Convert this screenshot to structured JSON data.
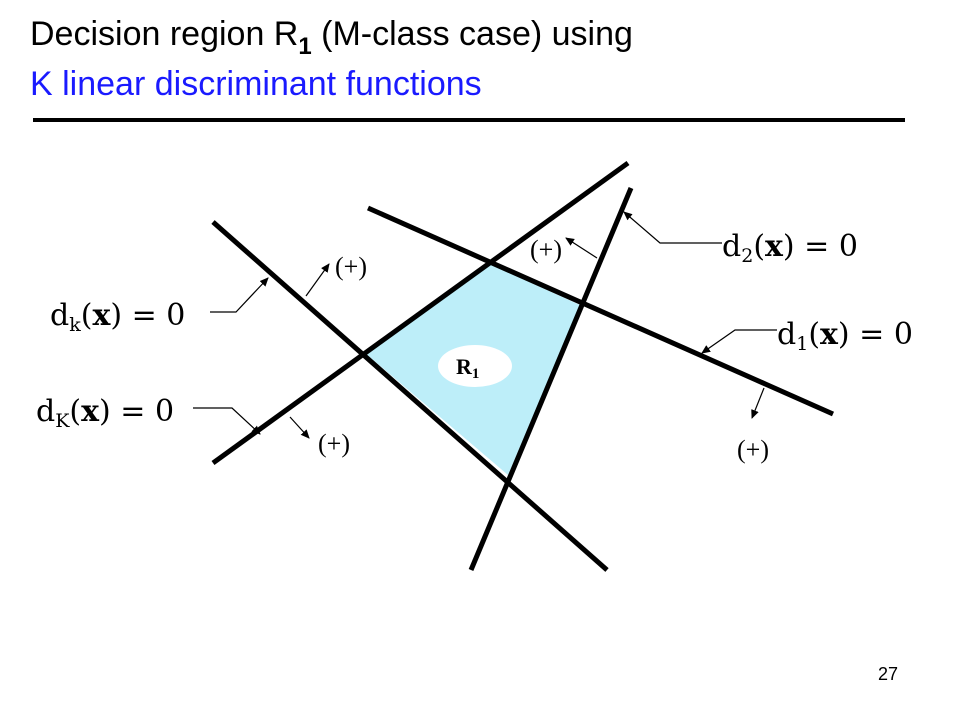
{
  "slide": {
    "title_line1_main": "Decision region R",
    "title_line1_sub": "1",
    "title_line1_rest": " (M-class case) using",
    "title_line2": "K linear discriminant functions",
    "page_number": "27"
  },
  "diagram": {
    "equation_d2": {
      "prefix": "d",
      "sub": "2",
      "open": "(",
      "var": "x",
      "close": ") = 0"
    },
    "equation_d1": {
      "prefix": "d",
      "sub": "1",
      "open": "(",
      "var": "x",
      "close": ") = 0"
    },
    "equation_dk": {
      "prefix": "d",
      "sub": "k",
      "open": "(",
      "var": "x",
      "close": ") = 0"
    },
    "equation_dK": {
      "prefix": "d",
      "sub": "K",
      "open": "(",
      "var": "x",
      "close": ") = 0"
    },
    "plus_label": "(+)",
    "region_label": {
      "main": "R",
      "sub": "1"
    }
  },
  "colors": {
    "title_accent": "#1a1aff",
    "region_fill": "#bdeef9",
    "line": "#000000",
    "rule": "#000000"
  }
}
